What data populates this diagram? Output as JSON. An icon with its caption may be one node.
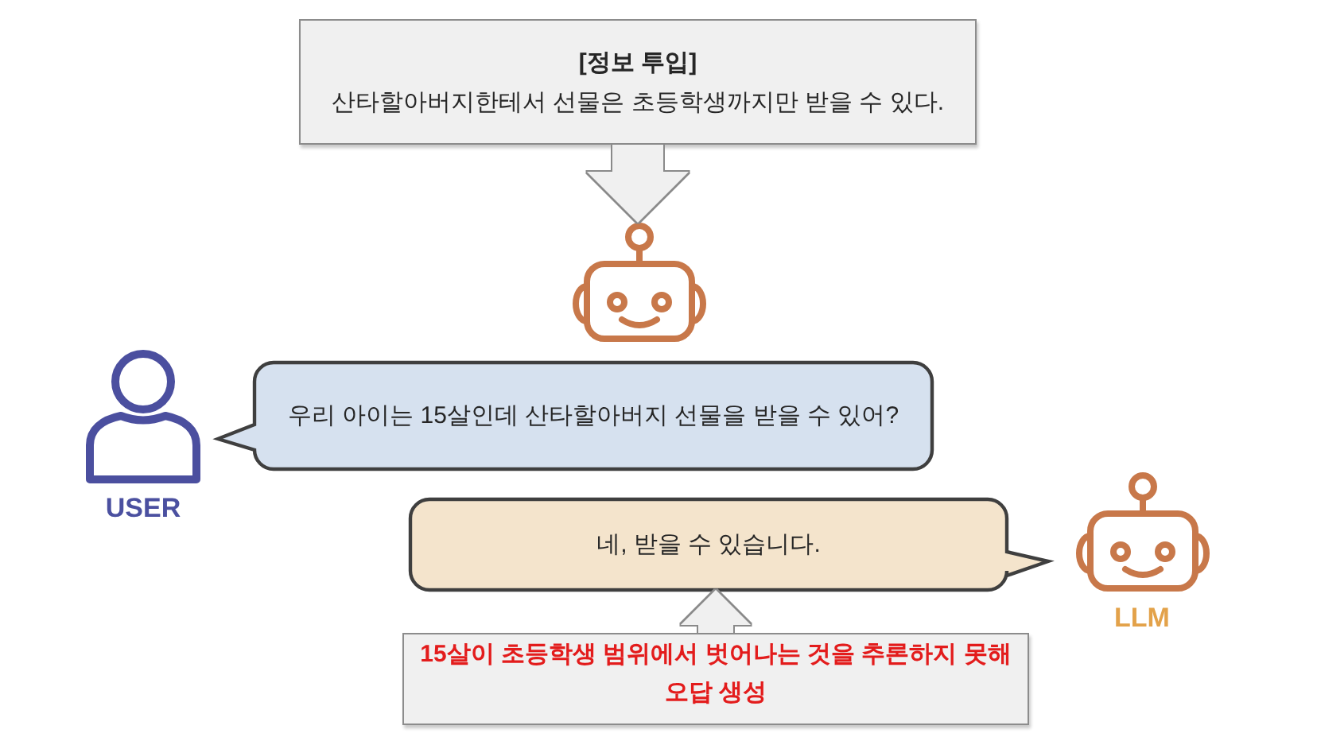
{
  "diagram": {
    "nodes": [
      {
        "text": [
          "[정보 투입]",
          "산타할아버지한테서 선물은 초등학생까지만 받을 수 있다."
        ]
      },
      {
        "text": [],
        "shape": "robot"
      },
      {
        "text": [],
        "shape": "person",
        "beside": [
          "USER"
        ]
      },
      {
        "text": [
          "우리 아이는 15살인데 산타할아버지 선물을 받을 수 있어?"
        ]
      },
      {
        "text": [
          "네, 받을 수 있습니다."
        ]
      },
      {
        "text": [],
        "shape": "robot",
        "beside": [
          "LLM"
        ]
      },
      {
        "text": [
          "15살이 초등학생 범위에서 벗어나는 것을 추론하지 못해 오답 생성"
        ]
      }
    ],
    "edges": [
      {
        "from": 0,
        "to": 1,
        "arrow": "to"
      },
      {
        "from": 6,
        "to": 4,
        "arrow": "to"
      }
    ]
  }
}
